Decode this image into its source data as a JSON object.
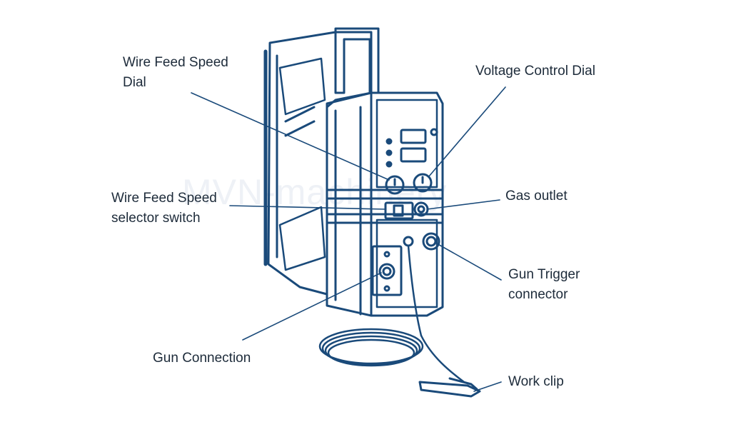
{
  "watermark": "MVN-machinery",
  "colors": {
    "line": "#1a4a7a",
    "text": "#1d2b3a"
  },
  "labels": {
    "wire_feed_speed_dial": [
      "Wire Feed Speed",
      "Dial"
    ],
    "voltage_control_dial": [
      "Voltage Control Dial"
    ],
    "wire_feed_speed_selector": [
      "Wire Feed Speed",
      "selector switch"
    ],
    "gas_outlet": [
      "Gas outlet"
    ],
    "gun_trigger_connector": [
      "Gun Trigger",
      "connector"
    ],
    "gun_connection": [
      "Gun Connection"
    ],
    "work_clip": [
      "Work clip"
    ]
  }
}
